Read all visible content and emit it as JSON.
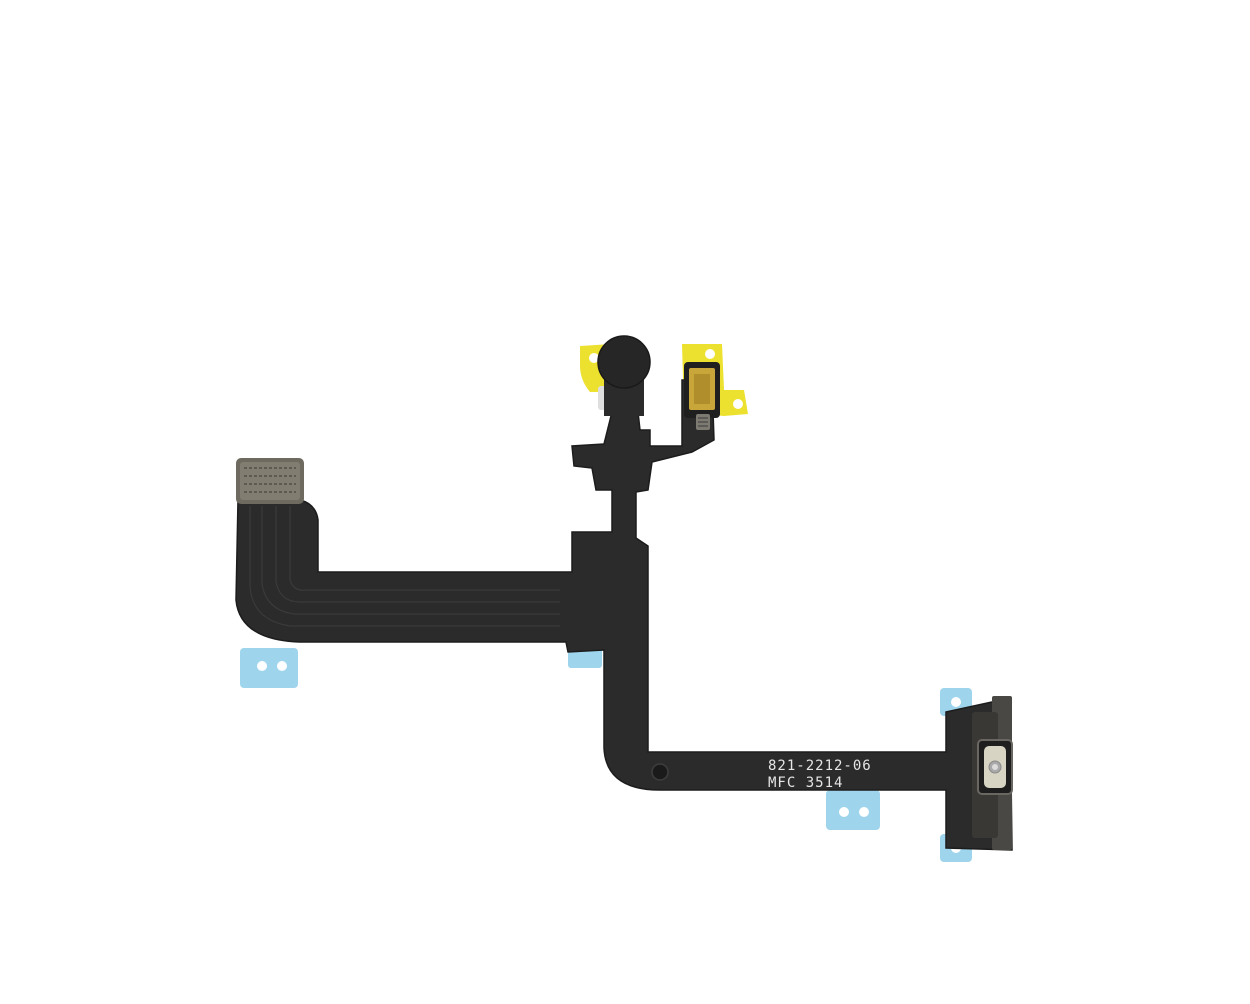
{
  "photo": {
    "subject": "flex cable",
    "background": "#ffffff",
    "colors": {
      "flex": "#2b2b2b",
      "flex_edge": "#1c1c1c",
      "shield": "#6e6a60",
      "tape_blue": "#9ed4ec",
      "tape_yellow": "#ece12e",
      "mic_gold": "#c9a63a",
      "bracket": "#4a4845"
    }
  },
  "silkscreen": {
    "part_number": "821-2212-06",
    "lot_code": "MFC 3514"
  }
}
